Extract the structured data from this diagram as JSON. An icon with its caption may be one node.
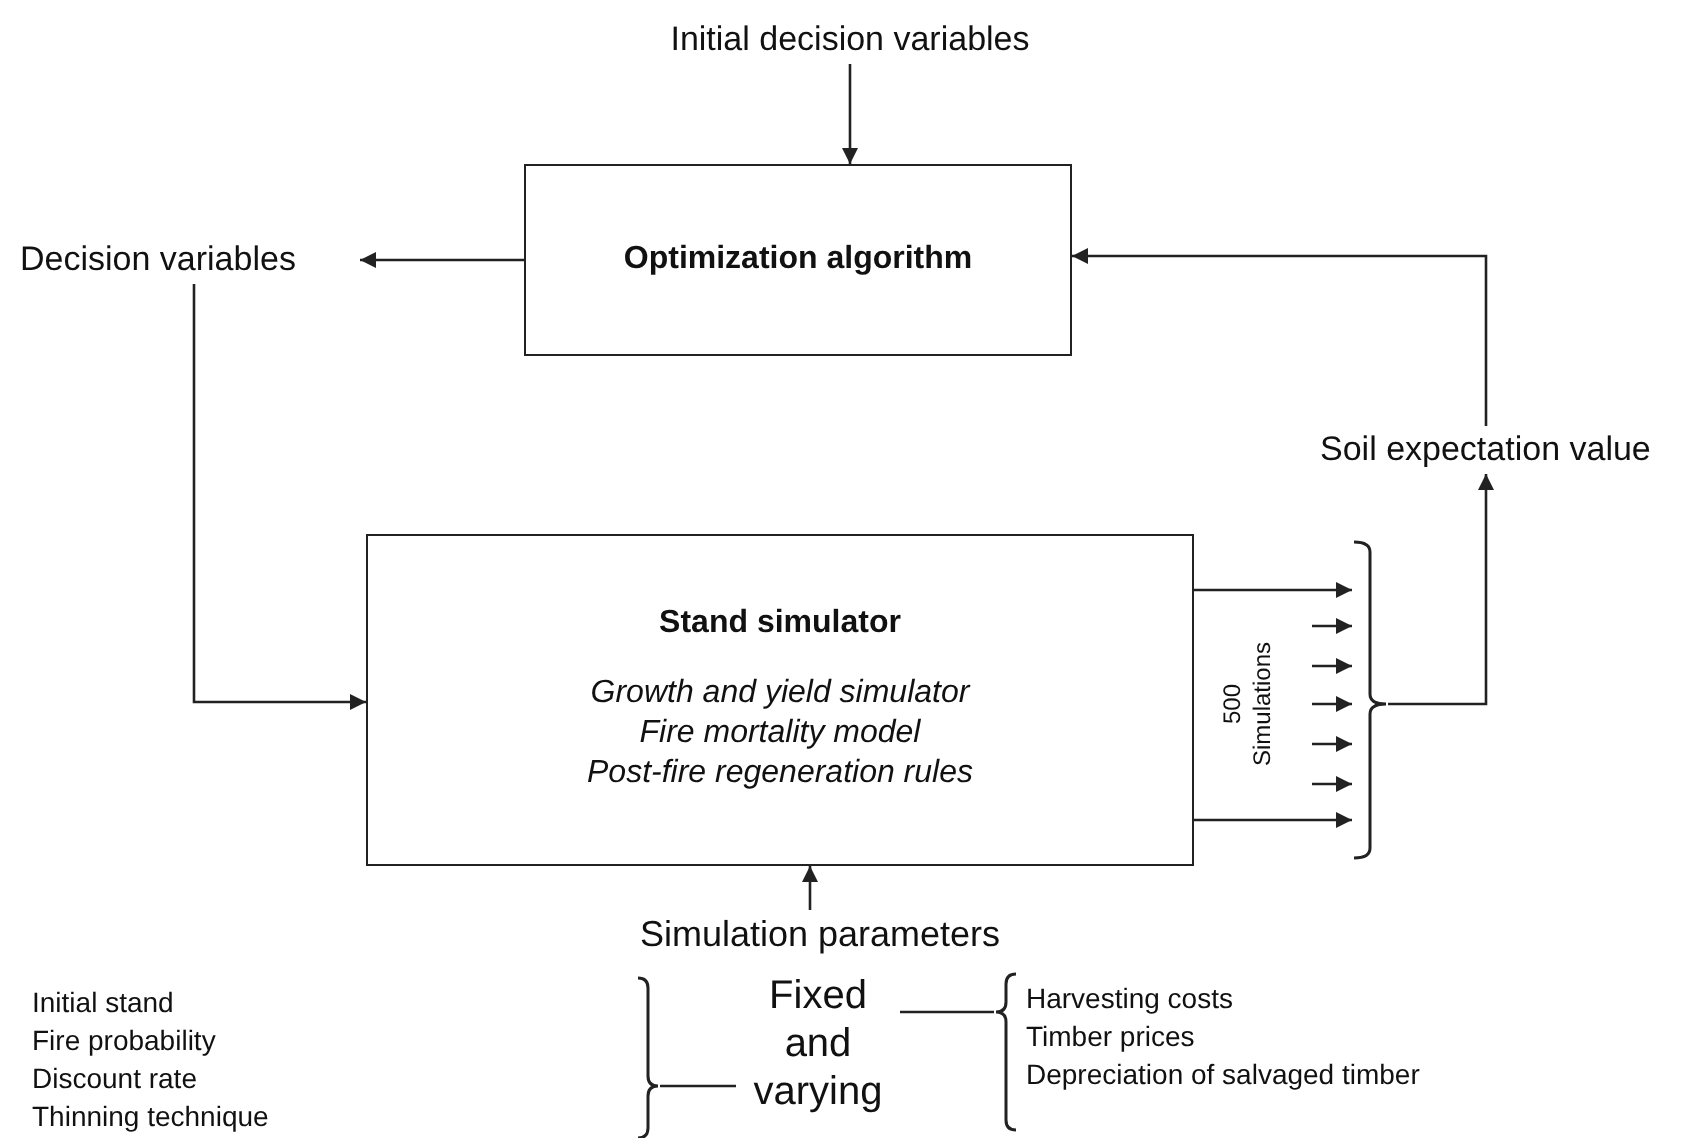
{
  "diagram": {
    "nodes": [
      {
        "text": [
          "Initial decision variables"
        ]
      },
      {
        "text": [
          "Optimization algorithm"
        ]
      },
      {
        "text": [
          "Decision variables"
        ]
      },
      {
        "text": [
          "Soil expectation value"
        ]
      },
      {
        "text": [
          "Stand simulator",
          "Growth and yield simulator",
          "Fire mortality model",
          "Post-fire regeneration rules"
        ]
      },
      {
        "text": [
          "Simulation parameters"
        ]
      },
      {
        "text": [
          "Fixed and varying"
        ]
      },
      {
        "text": [
          "Initial stand",
          "Fire probability",
          "Discount rate",
          "Thinning technique"
        ]
      },
      {
        "text": [
          "Harvesting costs",
          "Timber prices",
          "Depreciation of salvaged timber"
        ]
      },
      {
        "text": [],
        "shape": "bracket"
      }
    ],
    "edges": [
      {
        "from": 0,
        "to": 1,
        "arrow": "to"
      },
      {
        "from": 1,
        "to": 2,
        "arrow": "to"
      },
      {
        "from": 2,
        "to": 4,
        "arrow": "to"
      },
      {
        "from": 3,
        "to": 1,
        "arrow": "to"
      },
      {
        "from": 5,
        "to": 4,
        "arrow": "to"
      },
      {
        "from": 4,
        "to": 9,
        "arrow": "to"
      },
      {
        "from": null,
        "to": 9,
        "arrow": "to"
      },
      {
        "from": null,
        "to": 9,
        "arrow": "to"
      },
      {
        "from": null,
        "to": 9,
        "arrow": "to"
      },
      {
        "from": null,
        "to": 9,
        "arrow": "to"
      },
      {
        "from": null,
        "to": 9,
        "arrow": "to"
      },
      {
        "from": 4,
        "to": 9,
        "arrow": "to"
      },
      {
        "from": 9,
        "to": 3,
        "arrow": "to"
      },
      {
        "from": 7,
        "to": 6,
        "arrow": "none"
      },
      {
        "from": 6,
        "to": 8,
        "arrow": "none"
      }
    ],
    "labels": [
      "500 Simulations"
    ]
  }
}
